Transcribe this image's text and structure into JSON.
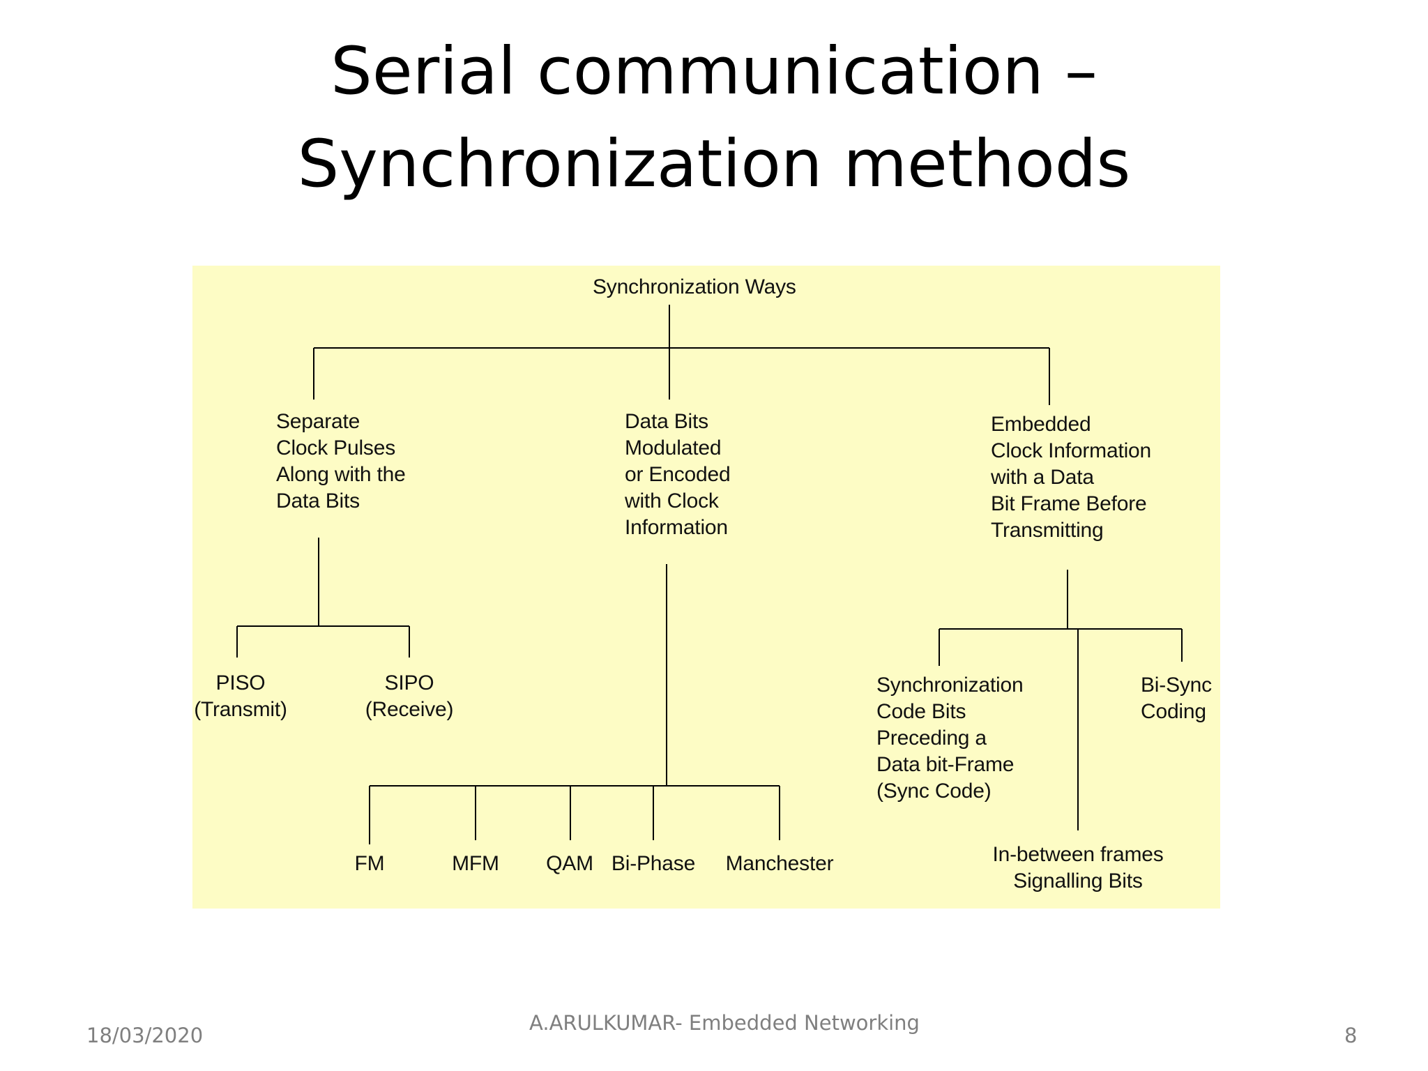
{
  "slide": {
    "title_line1": "Serial communication –",
    "title_line2": "Synchronization methods"
  },
  "diagram": {
    "root": "Synchronization Ways",
    "branches": {
      "separate_clock": "Separate\nClock Pulses\nAlong with the\nData Bits",
      "modulated": "Data Bits\nModulated\nor Encoded\nwith Clock\nInformation",
      "embedded_clock": "Embedded\nClock Information\nwith a Data\nBit Frame Before\nTransmitting"
    },
    "separate_clock_children": {
      "piso": "PISO\n(Transmit)",
      "sipo": "SIPO\n(Receive)"
    },
    "modulation_methods": {
      "fm": "FM",
      "mfm": "MFM",
      "qam": "QAM",
      "biphase": "Bi-Phase",
      "manchester": "Manchester"
    },
    "embedded_children": {
      "sync_code": "Synchronization\nCode Bits\nPreceding a\nData bit-Frame\n(Sync Code)",
      "inbetween": "In-between frames\nSignalling Bits",
      "bisync": "Bi-Sync\nCoding"
    }
  },
  "footer": {
    "date": "18/03/2020",
    "author": "A.ARULKUMAR- Embedded Networking",
    "page": "8"
  },
  "colors": {
    "panel_background": "#fdfcc5",
    "connector": "#000000",
    "footer_text": "#7f7f7f"
  }
}
